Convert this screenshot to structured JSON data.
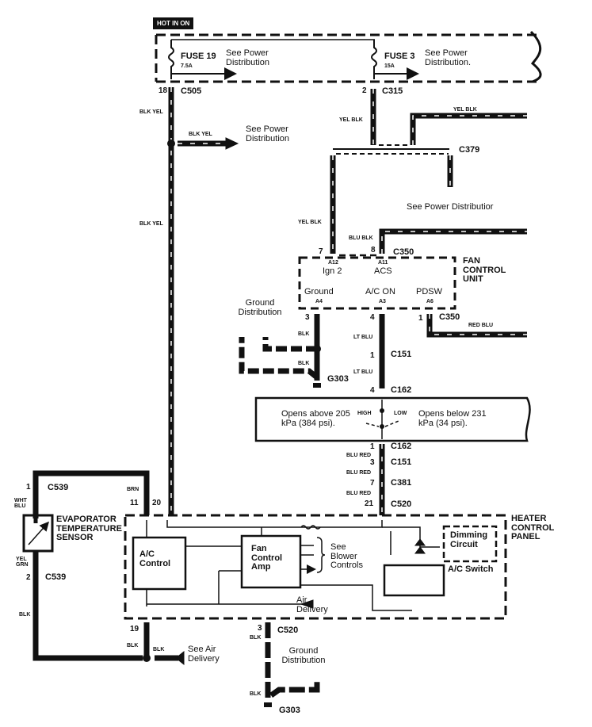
{
  "header": {
    "hot_label": "HOT IN ON"
  },
  "fuses": [
    {
      "name": "FUSE 19",
      "rating": "7.5A",
      "ref": "See Power Distribution"
    },
    {
      "name": "FUSE 3",
      "rating": "15A",
      "ref": "See Power Distribution."
    }
  ],
  "connectors": {
    "c505": {
      "pin": "18",
      "name": "C505"
    },
    "c315": {
      "pin": "2",
      "name": "C315"
    },
    "c379": {
      "name": "C379"
    },
    "c350_top_7": {
      "pin": "7"
    },
    "c350_top_8": {
      "pin": "8",
      "name": "C350"
    },
    "c350_bot_3": {
      "pin": "3"
    },
    "c350_bot_4": {
      "pin": "4"
    },
    "c350_bot_1": {
      "pin": "1",
      "name": "C350"
    },
    "c151_a": {
      "pin": "1",
      "name": "C151"
    },
    "c162_a": {
      "pin": "4",
      "name": "C162"
    },
    "c162_b": {
      "pin": "1",
      "name": "C162"
    },
    "c151_b": {
      "pin": "3",
      "name": "C151"
    },
    "c381": {
      "pin": "7",
      "name": "C381"
    },
    "c520_top": {
      "pin": "21",
      "name": "C520"
    },
    "c539_top": {
      "pin": "1",
      "name": "C539"
    },
    "c539_bot": {
      "pin": "2",
      "name": "C539"
    },
    "hcp_pin11": "11",
    "hcp_pin20": "20",
    "c520_19": "19",
    "c520_3": {
      "pin": "3",
      "name": "C520"
    },
    "g303_a": "G303",
    "g303_b": "G303"
  },
  "wires": {
    "blk_yel_1": "BLK YEL",
    "blk_yel_2": "BLK YEL",
    "blk_yel_3": "BLK YEL",
    "yel_blk_1": "YEL BLK",
    "yel_blk_2": "YEL BLK",
    "yel_blk_3": "YEL BLK",
    "blu_blk": "BLU BLK",
    "red_blu": "RED BLU",
    "blk_1": "BLK",
    "blk_2": "BLK",
    "lt_blu_1": "LT BLU",
    "lt_blu_2": "LT BLU",
    "blu_red_1": "BLU RED",
    "blu_red_2": "BLU RED",
    "blu_red_3": "BLU RED",
    "wht_blu": "WHT BLU",
    "yel_grn": "YEL GRN",
    "brn": "BRN",
    "blk_3": "BLK",
    "blk_4": "BLK",
    "blk_5": "BLK",
    "blk_6": "BLK",
    "blk_7": "BLK"
  },
  "refs": {
    "power_dist_1": "See Power Distribution",
    "power_dist_2": "See Power Distributior",
    "ground_dist_1": "Ground Distribution",
    "ground_dist_2": "Ground Distribution",
    "blower": "See Blower Controls",
    "air_delivery_1": "Air Delivery",
    "air_delivery_2": "See Air Delivery"
  },
  "fan_control_unit": {
    "title": "FAN CONTROL UNIT",
    "pins": [
      {
        "id": "A12",
        "label": "Ign 2"
      },
      {
        "id": "A11",
        "label": "ACS"
      },
      {
        "id": "A4",
        "label": "Ground"
      },
      {
        "id": "A3",
        "label": "A/C ON"
      },
      {
        "id": "A6",
        "label": "PDSW"
      }
    ]
  },
  "pressure_switch": {
    "high_label": "HIGH",
    "low_label": "LOW",
    "high_text": "Opens above 205 kPa (384 psi).",
    "low_text": "Opens below 231 kPa (34 psi)."
  },
  "heater_control_panel": {
    "title": "HEATER CONTROL PANEL",
    "ac_control": "A/C Control",
    "fan_amp": "Fan Control Amp",
    "dimming": "Dimming Circuit",
    "ac_switch": "A/C Switch"
  },
  "sensor": {
    "title": "EVAPORATOR TEMPERATURE SENSOR"
  }
}
